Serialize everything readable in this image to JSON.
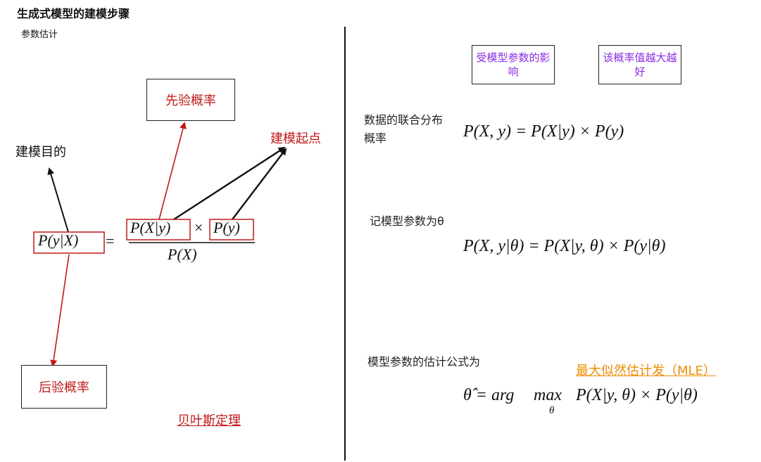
{
  "title": "生成式模型的建模步骤",
  "subtitle": "参数估计",
  "left": {
    "prior_box": "先验概率",
    "posterior_box": "后验概率",
    "goal_label": "建模目的",
    "start_label": "建模起点",
    "bayes_label": "贝叶斯定理",
    "formula": {
      "lhs": "P(y|X)",
      "equals": "=",
      "numerator_a": "P(X|y)",
      "times": "×",
      "numerator_b": "P(y)",
      "denominator": "P(X)"
    }
  },
  "right": {
    "param_effect_box": "受模型参数的影响",
    "higher_better_box": "该概率值越大越好",
    "joint_label": "数据的联合分布概率",
    "joint_formula": "P(X, y) = P(X|y) × P(y)",
    "theta_label": "记模型参数为θ",
    "theta_formula": "P(X, y|θ) = P(X|y, θ) × P(y|θ)",
    "estimate_label": "模型参数的估计公式为",
    "mle_label": "最大似然估计发（MLE）",
    "estimate_formula": {
      "lhs": "θ̂ = arg",
      "max": "max",
      "sub": "θ",
      "rhs": "P(X|y, θ) × P(y|θ)"
    }
  },
  "colors": {
    "red": "#c01818",
    "purple": "#8a2be2",
    "orange": "#f08c00",
    "black": "#111111"
  }
}
